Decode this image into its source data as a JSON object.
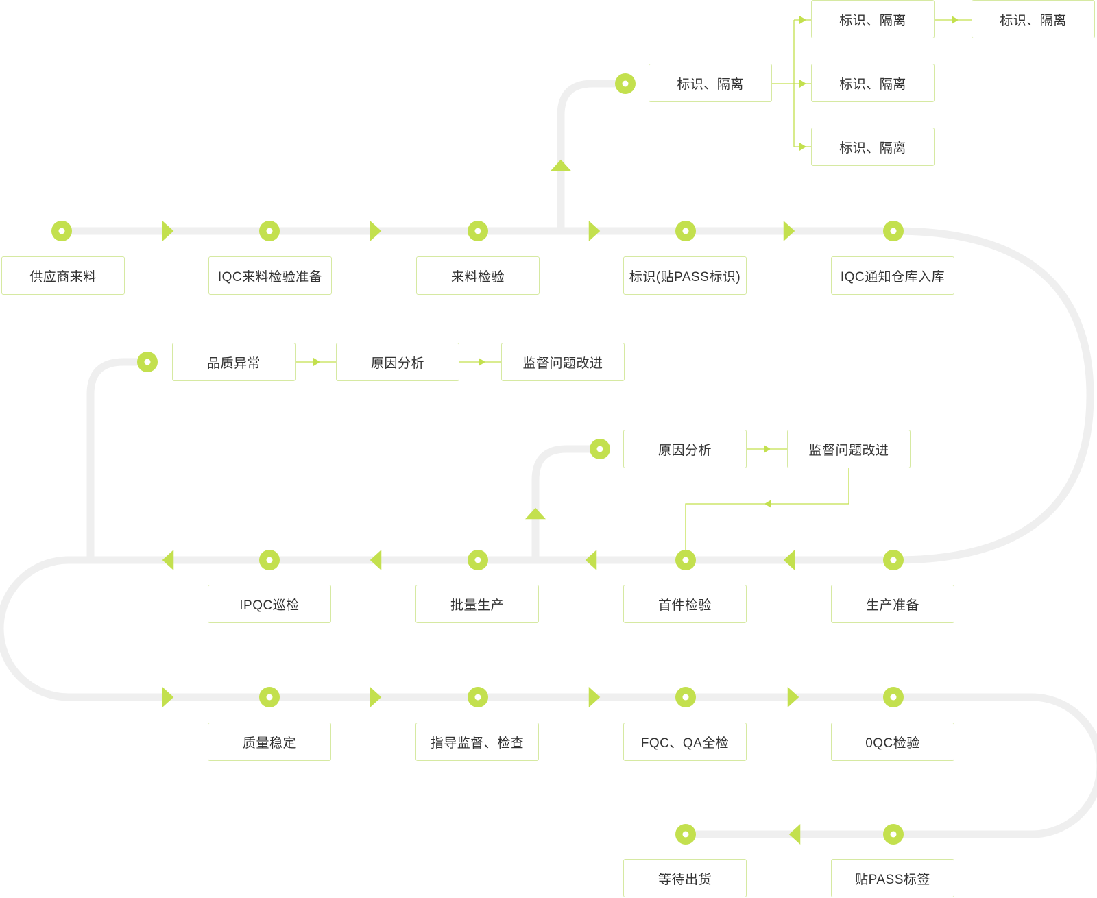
{
  "colors": {
    "accent": "#c3e04e",
    "track": "#efefef",
    "box_border": "#d6e9a2",
    "text": "#333333"
  },
  "steps": {
    "supplier": "供应商来料",
    "iqc_prep": "IQC来料检验准备",
    "incoming": "来料检验",
    "pass_mark": "标识(贴PASS标识)",
    "iqc_notify": "IQC通知仓库入库",
    "mark_isolate": "标识、隔离",
    "quality_abnormal": "品质异常",
    "cause_analysis": "原因分析",
    "supervise_improve": "监督问题改进",
    "prod_prep": "生产准备",
    "first_article": "首件检验",
    "mass_prod": "批量生产",
    "ipqc": "IPQC巡检",
    "quality_stable": "质量稳定",
    "guide_check": "指导监督、检查",
    "fqc_qa": "FQC、QA全检",
    "oqc": "0QC检验",
    "pass_label": "贴PASS标签",
    "await_ship": "等待出货"
  }
}
